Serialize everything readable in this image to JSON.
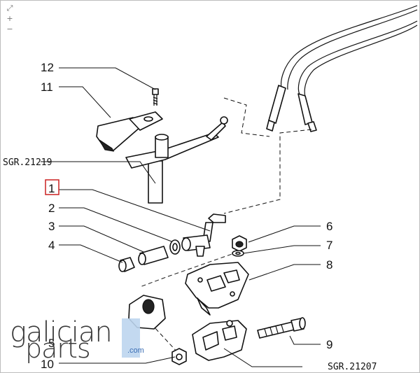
{
  "toolbar": {
    "fit_icon": "⤢",
    "zoom_in_icon": "+",
    "zoom_out_icon": "−"
  },
  "callouts": {
    "c1": "1",
    "c2": "2",
    "c3": "3",
    "c4": "4",
    "c5": "5",
    "c6": "6",
    "c7": "7",
    "c8": "8",
    "c9": "9",
    "c10": "10",
    "c11": "11",
    "c12": "12"
  },
  "references": {
    "sgr_21219": "SGR.21219",
    "sgr_21207": "SGR.21207"
  },
  "highlight_color": "#cc2222",
  "watermark": {
    "line1": "galician",
    "line2": "parts",
    "suffix": ".com"
  }
}
